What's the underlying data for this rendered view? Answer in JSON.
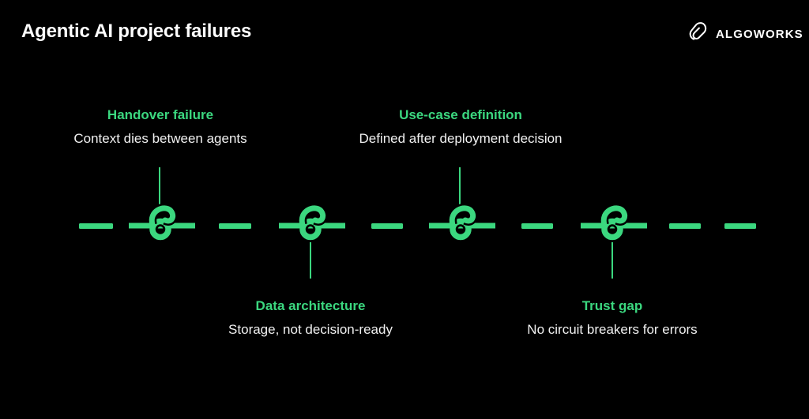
{
  "title": "Agentic AI project failures",
  "brand": {
    "name": "ALGOWORKS",
    "icon": "algoworks-swirl-icon"
  },
  "colors": {
    "background": "#000000",
    "accent_green": "#3BD77F",
    "body_text": "#F1F1F1",
    "title_text": "#FFFFFF"
  },
  "timeline": {
    "node_icon": "knot-icon",
    "items": [
      {
        "label": "Handover failure",
        "description": "Context dies between agents",
        "side": "top"
      },
      {
        "label": "Data architecture",
        "description": "Storage, not decision-ready",
        "side": "bottom"
      },
      {
        "label": "Use-case definition",
        "description": "Defined after deployment decision",
        "side": "top"
      },
      {
        "label": "Trust gap",
        "description": "No circuit breakers for errors",
        "side": "bottom"
      }
    ]
  }
}
